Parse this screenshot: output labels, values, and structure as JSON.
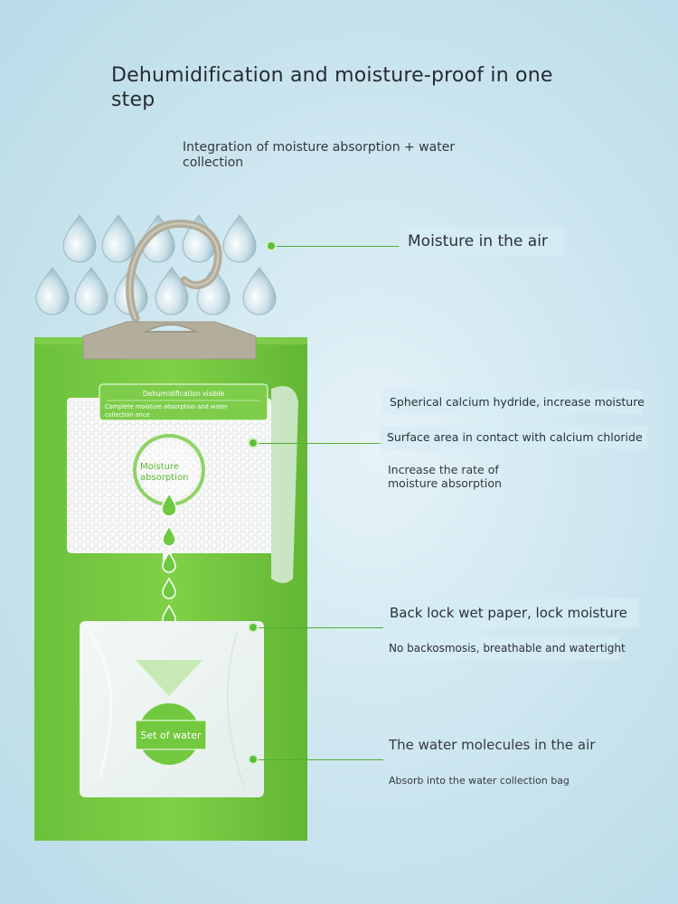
{
  "headline": "Dehumidification and moisture-proof in one step",
  "subheadline": "Integration of moisture absorption + water collection",
  "product": {
    "pouch_header_line1": "Dehumidification visible",
    "pouch_header_line2": "Complete moisture absorption and water",
    "pouch_header_line3": "collection once",
    "absorb_badge_line1": "Moisture",
    "absorb_badge_line2": "absorption",
    "water_badge": "Set of water"
  },
  "callouts": {
    "air_moisture": "Moisture in the air",
    "spherical": "Spherical calcium hydride, increase moisture",
    "surface": "Surface area in contact with calcium chloride",
    "rate_line1": "Increase the rate of",
    "rate_line2": "moisture absorption",
    "backlock": "Back lock wet paper, lock moisture",
    "no_backosmosis": "No backosmosis, breathable and watertight",
    "water_molecules": "The water molecules in the air",
    "absorb_into": "Absorb into the water collection bag"
  },
  "colors": {
    "pouch_green": "#72c83e",
    "accent_green": "#5cc03a",
    "hanger_taupe": "#b3ad9c"
  }
}
